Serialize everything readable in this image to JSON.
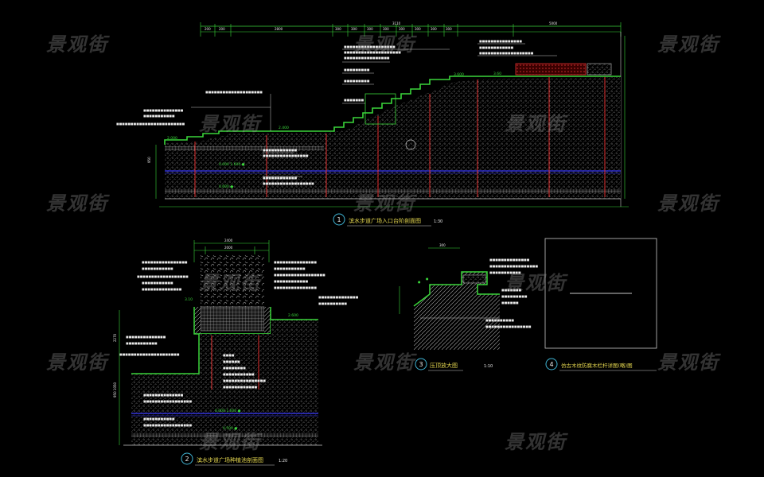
{
  "watermark": "景观街",
  "details": [
    {
      "num": "1",
      "title": "滨水步道广场入口台阶剖面图",
      "scale": "1:30"
    },
    {
      "num": "2",
      "title": "滨水步道广场种植池剖面图",
      "scale": "1:20"
    },
    {
      "num": "3",
      "title": "压顶放大图",
      "scale": "1:10"
    },
    {
      "num": "4",
      "title": "仿古木纹防腐木栏杆详图(略)图",
      "scale": ""
    }
  ],
  "colors": {
    "green": "#3ad63a",
    "red": "#e23030",
    "blue": "#3a3aff",
    "cyan": "#3fb4d4",
    "white": "#e8e8e8",
    "yellow": "#e6d850",
    "line": "#c8c8c8"
  }
}
